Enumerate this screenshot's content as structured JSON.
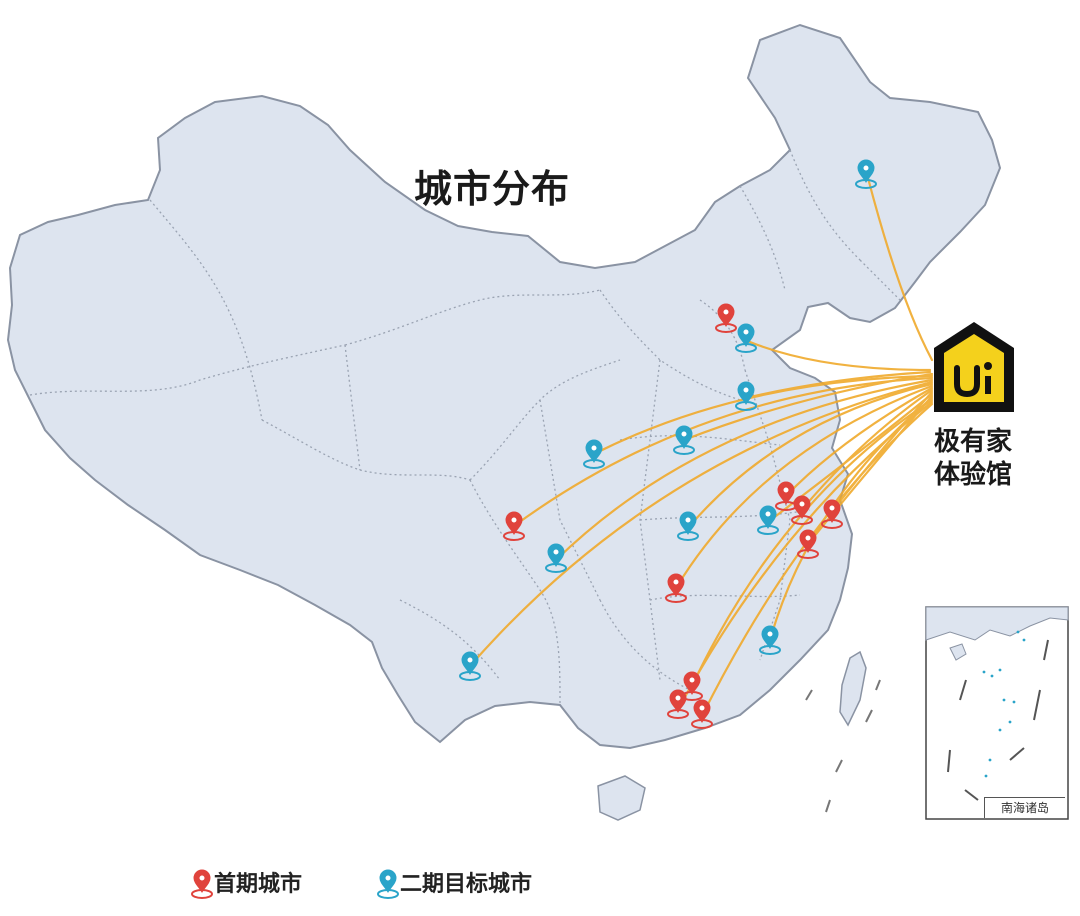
{
  "map": {
    "title": "城市分布",
    "brand": {
      "name_line1": "极有家",
      "name_line2": "体验馆",
      "logo_letters": "Ui",
      "logo_color": "#f4d11c",
      "logo_frame_color": "#111111"
    },
    "inset_label": "南海诸岛",
    "colors": {
      "land": "#dde4ef",
      "border": "#8a93a3",
      "province_line": "#9aa3b2",
      "route": "#f0aa2c",
      "first_phase": "#e0433c",
      "second_phase": "#2aa4c9"
    },
    "legend": [
      {
        "label": "首期城市",
        "color": "#e0433c"
      },
      {
        "label": "二期目标城市",
        "color": "#2aa4c9"
      }
    ]
  }
}
